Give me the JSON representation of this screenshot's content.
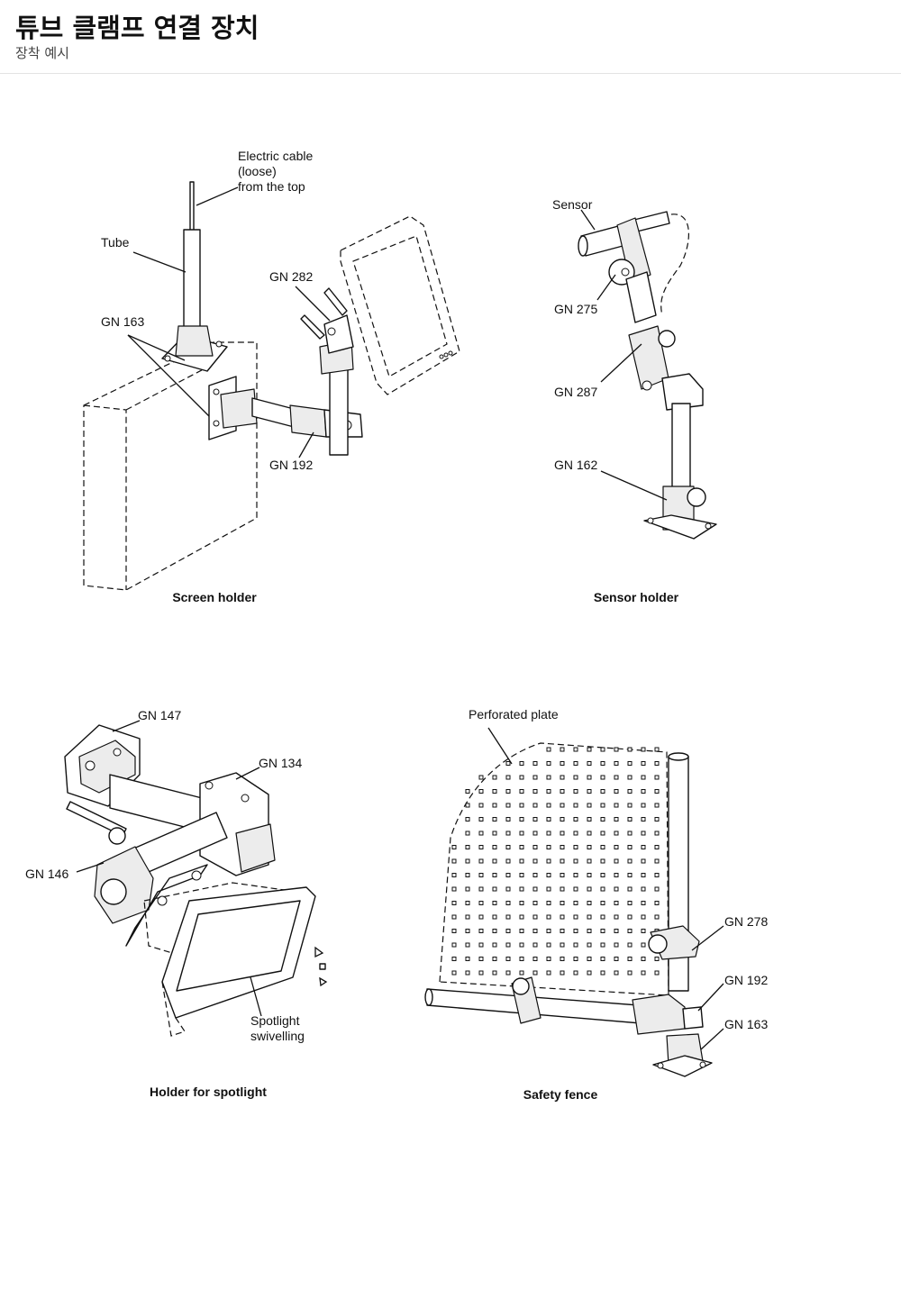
{
  "header": {
    "title": "튜브 클램프 연결 장치",
    "subtitle": "장착 예시"
  },
  "screen_holder": {
    "caption": "Screen holder",
    "labels": {
      "cable_1": "Electric cable",
      "cable_2": "(loose)",
      "cable_3": "from the top",
      "tube": "Tube",
      "gn282": "GN 282",
      "gn163": "GN 163",
      "gn192": "GN 192"
    }
  },
  "sensor_holder": {
    "caption": "Sensor holder",
    "labels": {
      "sensor": "Sensor",
      "gn275": "GN 275",
      "gn287": "GN 287",
      "gn162": "GN 162"
    }
  },
  "spotlight_holder": {
    "caption": "Holder for spotlight",
    "labels": {
      "gn147": "GN 147",
      "gn134": "GN 134",
      "gn146": "GN 146",
      "swivel_1": "Spotlight",
      "swivel_2": "swivelling"
    }
  },
  "safety_fence": {
    "caption": "Safety fence",
    "labels": {
      "plate": "Perforated plate",
      "gn278": "GN 278",
      "gn192": "GN 192",
      "gn163": "GN 163"
    }
  }
}
